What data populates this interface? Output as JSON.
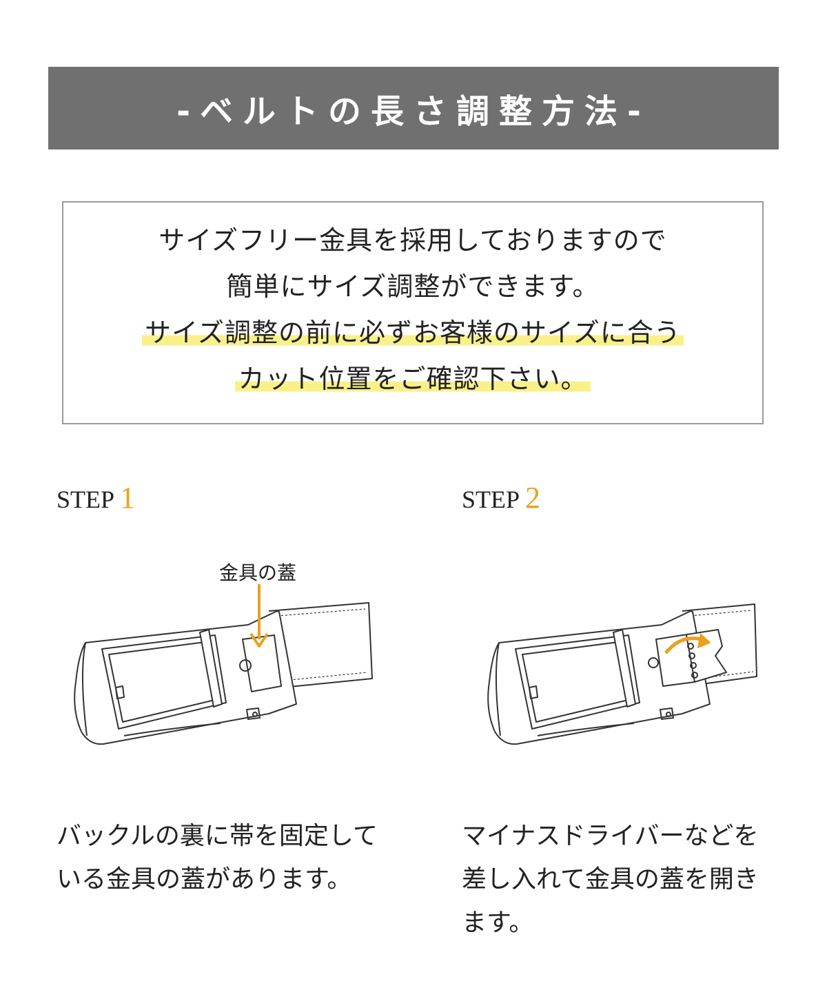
{
  "banner": {
    "title": "-ベルトの長さ調整方法-"
  },
  "intro": {
    "line1": "サイズフリー金具を採用しておりますので",
    "line2": "簡単にサイズ調整ができます。",
    "line3": "サイズ調整の前に必ずお客様のサイズに合う",
    "line4": "カット位置をご確認下さい。",
    "highlight_color": "#faf08a"
  },
  "steps": [
    {
      "label": "STEP",
      "number": "1",
      "callout": "金具の蓋",
      "desc_lines": [
        "バックルの裏に帯を固定して",
        "いる金具の蓋があります。"
      ]
    },
    {
      "label": "STEP",
      "number": "2",
      "desc_lines": [
        "マイナスドライバーなどを",
        "差し入れて金具の蓋を開き",
        "ます。"
      ]
    }
  ],
  "colors": {
    "accent": "#e8a21d",
    "banner_bg": "#707070"
  }
}
